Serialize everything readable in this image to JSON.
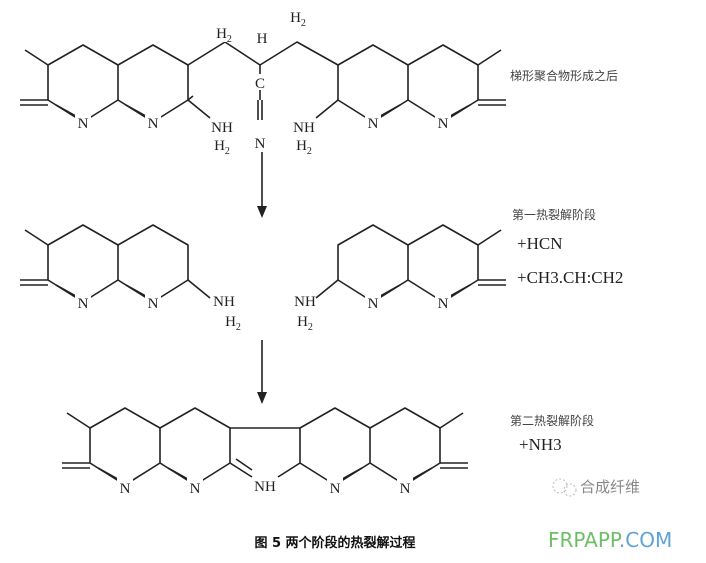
{
  "stages": {
    "ladder_polymer": "梯形聚合物形成之后",
    "first_pyrolysis": "第一热裂解阶段",
    "first_products": [
      "+HCN",
      "+CH3.CH:CH2"
    ],
    "second_pyrolysis": "第二热裂解阶段",
    "second_products": [
      "+NH3"
    ]
  },
  "atoms": {
    "N": "N",
    "NH": "NH",
    "NH2_main": "NH",
    "H2_sub": "2",
    "H2": "H",
    "C": "C",
    "H": "H"
  },
  "watermark": {
    "wechat": "合成纤维",
    "site_a": "FRPAPP",
    "site_b": ".COM",
    "color_a": "#6dbf67",
    "color_b": "#5fa3d6"
  },
  "caption": "图 5 两个阶段的热裂解过程"
}
